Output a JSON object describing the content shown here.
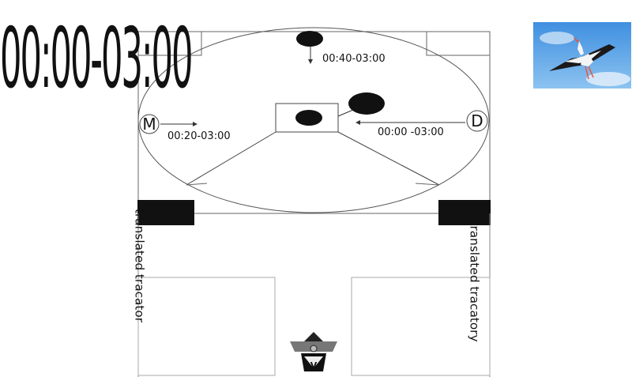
{
  "timeline_label": "00:00-03:00",
  "time_labels": {
    "top": "00:40-03:00",
    "left": "00:20-03:00",
    "right": "00:00 -03:00"
  },
  "position_letters": {
    "left": "M",
    "right": "D"
  },
  "vertical_labels": {
    "left": "translated tracator",
    "right": "translated tracatory"
  },
  "bottom_badge_letter": "V",
  "photo": {
    "subject": "stork in flight against blue sky"
  },
  "colors": {
    "sky": "#5aa5e8",
    "ink": "#111111",
    "line": "#333333"
  }
}
